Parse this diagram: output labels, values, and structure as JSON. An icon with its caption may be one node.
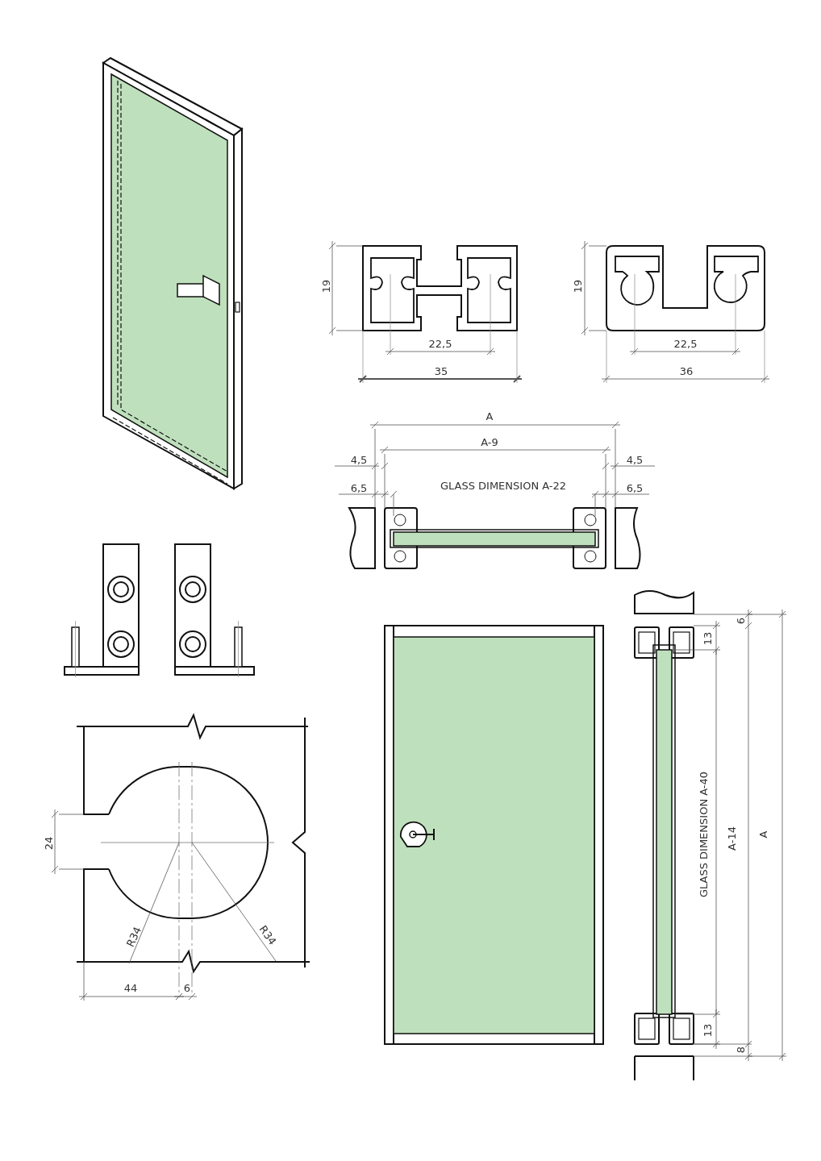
{
  "diagram": {
    "labels": [
      "19",
      "22,5",
      "35",
      "19",
      "22,5",
      "36",
      "A",
      "A-9",
      "4,5",
      "4,5",
      "6,5",
      "GLASS DIMENSION A-22",
      "6,5",
      "6",
      "13",
      "GLASS DIMENSION A-40",
      "A-14",
      "A",
      "13",
      "8",
      "24",
      "R34",
      "R34",
      "44",
      "6"
    ]
  }
}
